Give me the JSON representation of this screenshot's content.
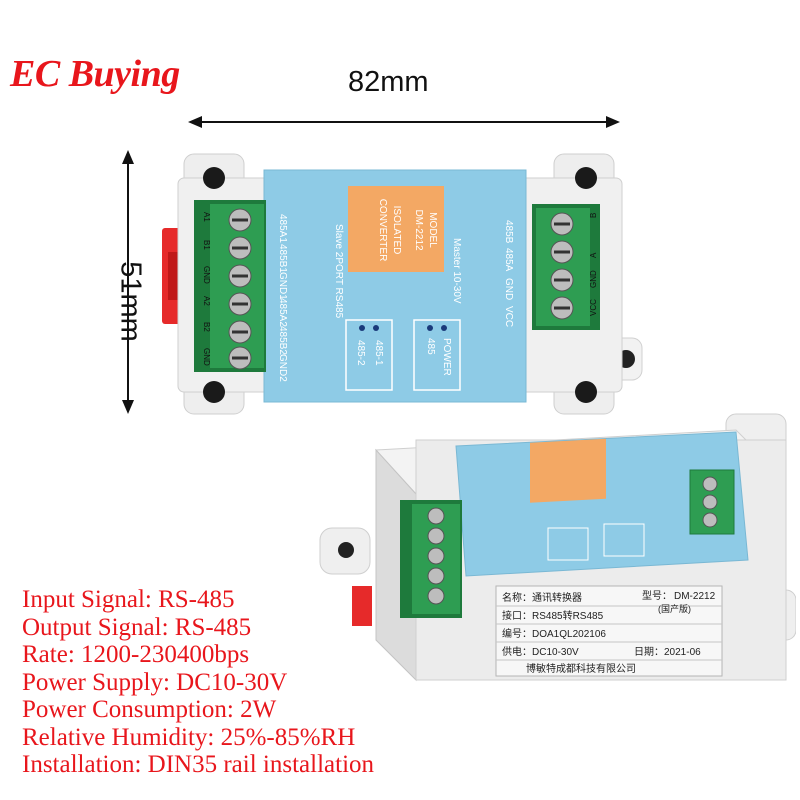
{
  "brand": "EC Buying",
  "dimensions": {
    "width": "82mm",
    "height": "51mm"
  },
  "front": {
    "model_label": "MODEL",
    "model": "DM-2212",
    "product_line1": "ISOLATED",
    "product_line2": "CONVERTER",
    "slave_text": "Slave  2PORT  RS485",
    "master_text": "Master  10-30V",
    "left_labels": [
      "485A1",
      "485B1",
      "GND1",
      "485A2",
      "485B2",
      "GND2"
    ],
    "right_labels": [
      "485B",
      "485A",
      "GND",
      "VCC"
    ],
    "terminal_left": [
      "A1",
      "B1",
      "GND",
      "A2",
      "B2",
      "GND"
    ],
    "terminal_right": [
      "B",
      "A",
      "GND",
      "VCC"
    ],
    "led_485_1": "485-1",
    "led_485_2": "485-2",
    "led_485": "485",
    "led_power": "POWER"
  },
  "label": {
    "name_key": "名称：通讯转换器",
    "type_key": "型号：",
    "type_value": "DM-2212",
    "edition": "(国产版)",
    "interface": "接口：RS485转RS485",
    "serial": "编号：DOA1QL202106",
    "power": "供电：DC10-30V",
    "date": "日期：2021-06",
    "company": "博敏特成都科技有限公司"
  },
  "specs": [
    "Input Signal: RS-485",
    "Output Signal: RS-485",
    "Rate: 1200-230400bps",
    "Power Supply: DC10-30V",
    "Power Consumption: 2W",
    "Relative Humidity: 25%-85%RH",
    "Installation: DIN35 rail installation"
  ]
}
